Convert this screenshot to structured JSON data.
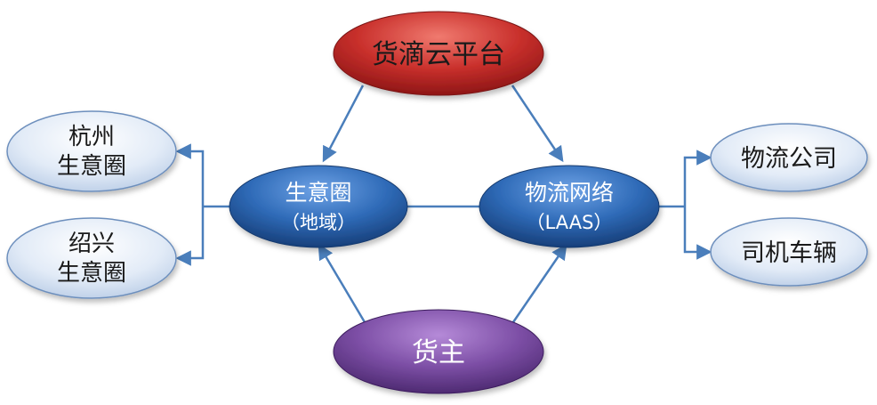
{
  "nodes": {
    "platform": {
      "label": "货滴云平台"
    },
    "circle": {
      "line1": "生意圈",
      "line2": "（地域）"
    },
    "network": {
      "line1": "物流网络",
      "line2": "（LAAS）"
    },
    "shipper": {
      "label": "货主"
    },
    "hangzhou": {
      "line1": "杭州",
      "line2": "生意圈"
    },
    "shaoxing": {
      "line1": "绍兴",
      "line2": "生意圈"
    },
    "logistics_company": {
      "label": "物流公司"
    },
    "driver_vehicle": {
      "label": "司机车辆"
    }
  },
  "colors": {
    "platform": "#c0282a",
    "shipper": "#7a4ba3",
    "blue_node": "#2f6bb8",
    "light_node": "#dbe6f5",
    "edge": "#4a7ebb"
  }
}
